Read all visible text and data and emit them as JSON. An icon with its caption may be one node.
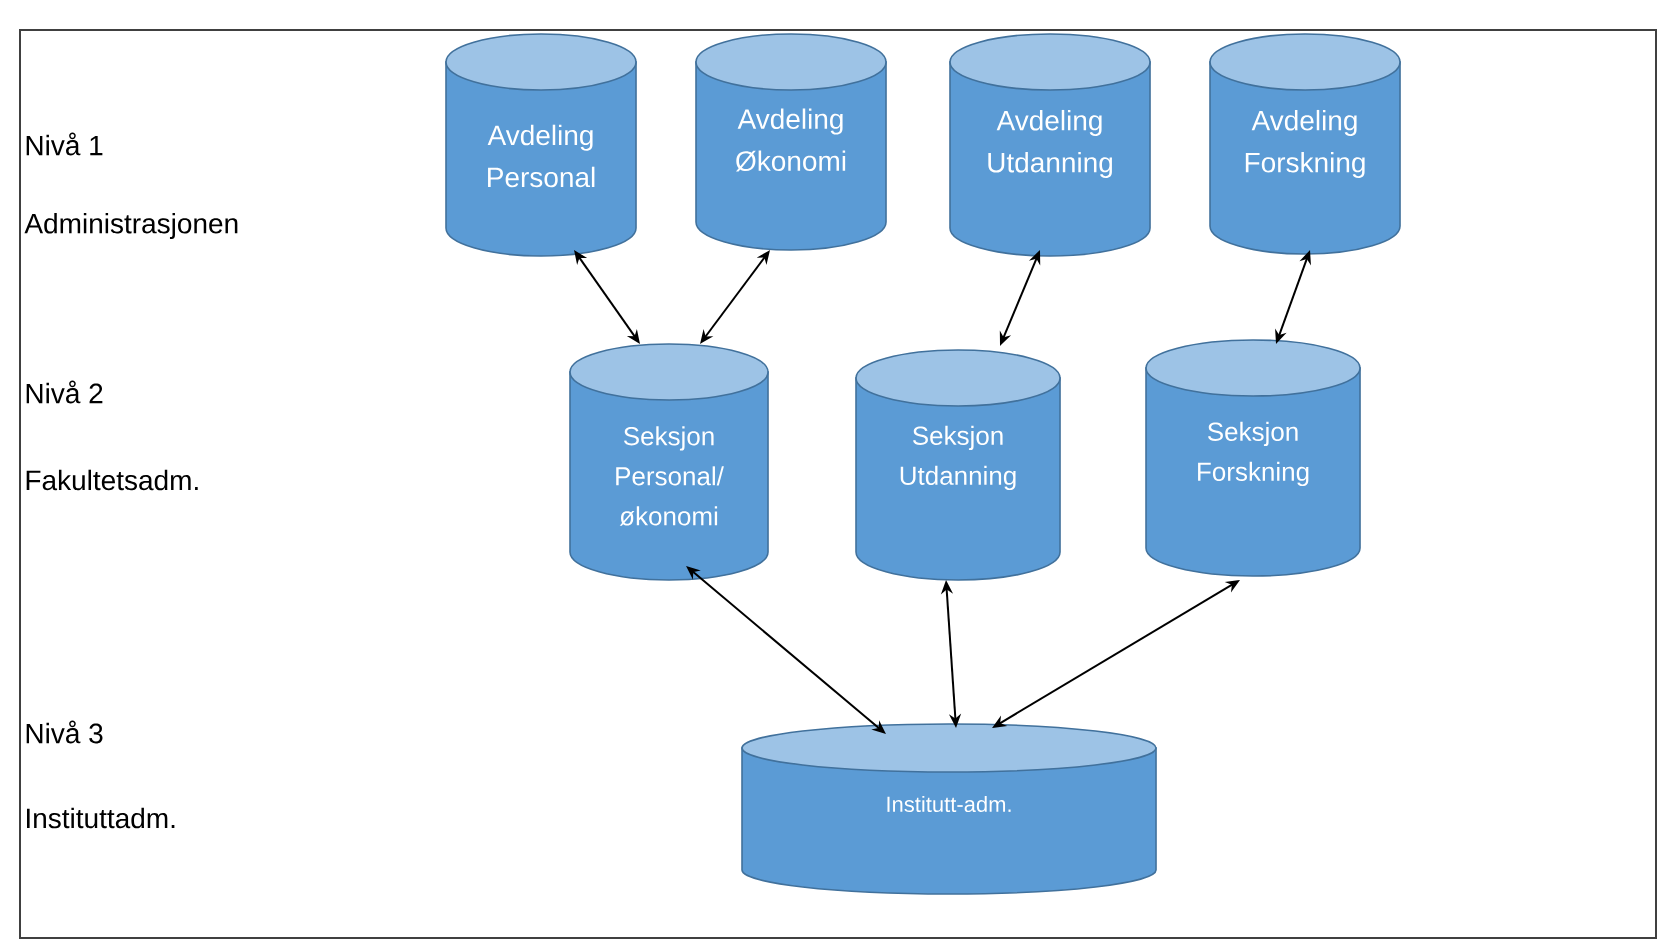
{
  "diagram": {
    "nodes": [
      {
        "text": [
          "Avdeling Personal"
        ]
      },
      {
        "text": [
          "Avdeling Økonomi"
        ]
      },
      {
        "text": [
          "Avdeling Utdanning"
        ]
      },
      {
        "text": [
          "Avdeling Forskning"
        ]
      },
      {
        "text": [
          "Seksjon Personal/ økonomi"
        ]
      },
      {
        "text": [
          "Seksjon Utdanning"
        ]
      },
      {
        "text": [
          "Seksjon Forskning"
        ]
      },
      {
        "text": [
          "Institutt-adm."
        ]
      }
    ],
    "edges": [
      {
        "from": 0,
        "to": 4,
        "arrow": "both"
      },
      {
        "from": 1,
        "to": 4,
        "arrow": "both"
      },
      {
        "from": 2,
        "to": 5,
        "arrow": "both"
      },
      {
        "from": 3,
        "to": 6,
        "arrow": "both"
      },
      {
        "from": 4,
        "to": 7,
        "arrow": "both"
      },
      {
        "from": 5,
        "to": 7,
        "arrow": "both"
      },
      {
        "from": 6,
        "to": 7,
        "arrow": "both"
      }
    ],
    "labels": [
      "Nivå 1",
      "Administrasjonen",
      "Nivå 2",
      "Fakultetsadm.",
      "Nivå 3",
      "Instituttadm."
    ]
  }
}
